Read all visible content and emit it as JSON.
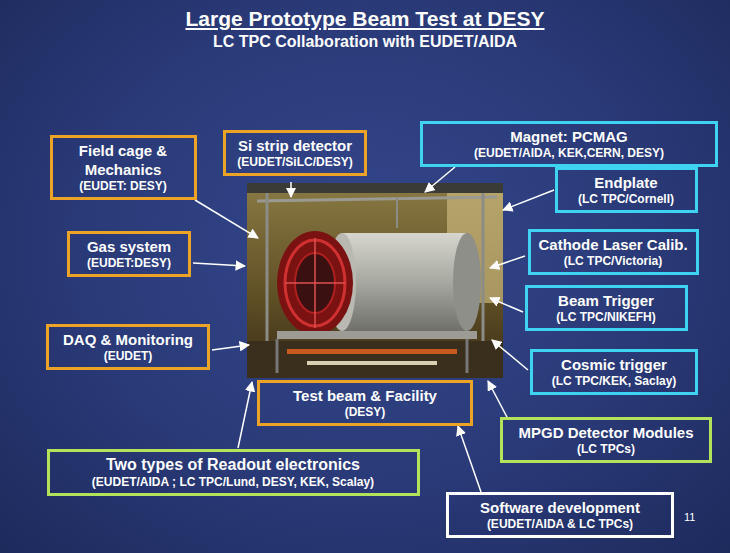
{
  "diagram": {
    "title": "Large Prototype Beam Test at DESY",
    "nodes": [
      {
        "text": [
          "Si strip detector",
          "(EUDET/SiLC/DESY)"
        ]
      },
      {
        "text": [
          "Field cage & Mechanics",
          "(EUDET: DESY)"
        ]
      },
      {
        "text": [
          "Magnet: PCMAG",
          "(EUDET/AIDA, KEK,CERN, DESY)"
        ]
      },
      {
        "text": [
          "Endplate",
          "(LC TPC/Cornell)"
        ]
      },
      {
        "text": [
          "Gas system",
          "(EUDET:DESY)"
        ]
      },
      {
        "text": [
          "Cathode Laser Calib.",
          "(LC TPC/Victoria)"
        ]
      },
      {
        "text": [
          "Beam Trigger",
          "(LC TPC/NIKEFH)"
        ]
      },
      {
        "text": [
          "DAQ & Monitoring",
          "(EUDET)"
        ]
      },
      {
        "text": [
          "Cosmic trigger",
          "(LC TPC/KEK, Saclay)"
        ]
      },
      {
        "text": [
          "Test beam & Facility",
          "(DESY)"
        ]
      },
      {
        "text": [
          "MPGD Detector Modules",
          "(LC TPCs)"
        ]
      },
      {
        "text": [
          "Two types of Readout electronics",
          "(EUDET/AIDA ; LC TPC/Lund, DESY, KEK, Scalay)"
        ]
      },
      {
        "text": [
          "Software development",
          "(EUDET/AIDA & LC TPCs)"
        ]
      }
    ],
    "edges": [
      {
        "from": 12,
        "to": 9,
        "arrow": "to"
      }
    ],
    "labels": [
      "LC TPC Collaboration with EUDET/AIDA",
      "11"
    ]
  }
}
